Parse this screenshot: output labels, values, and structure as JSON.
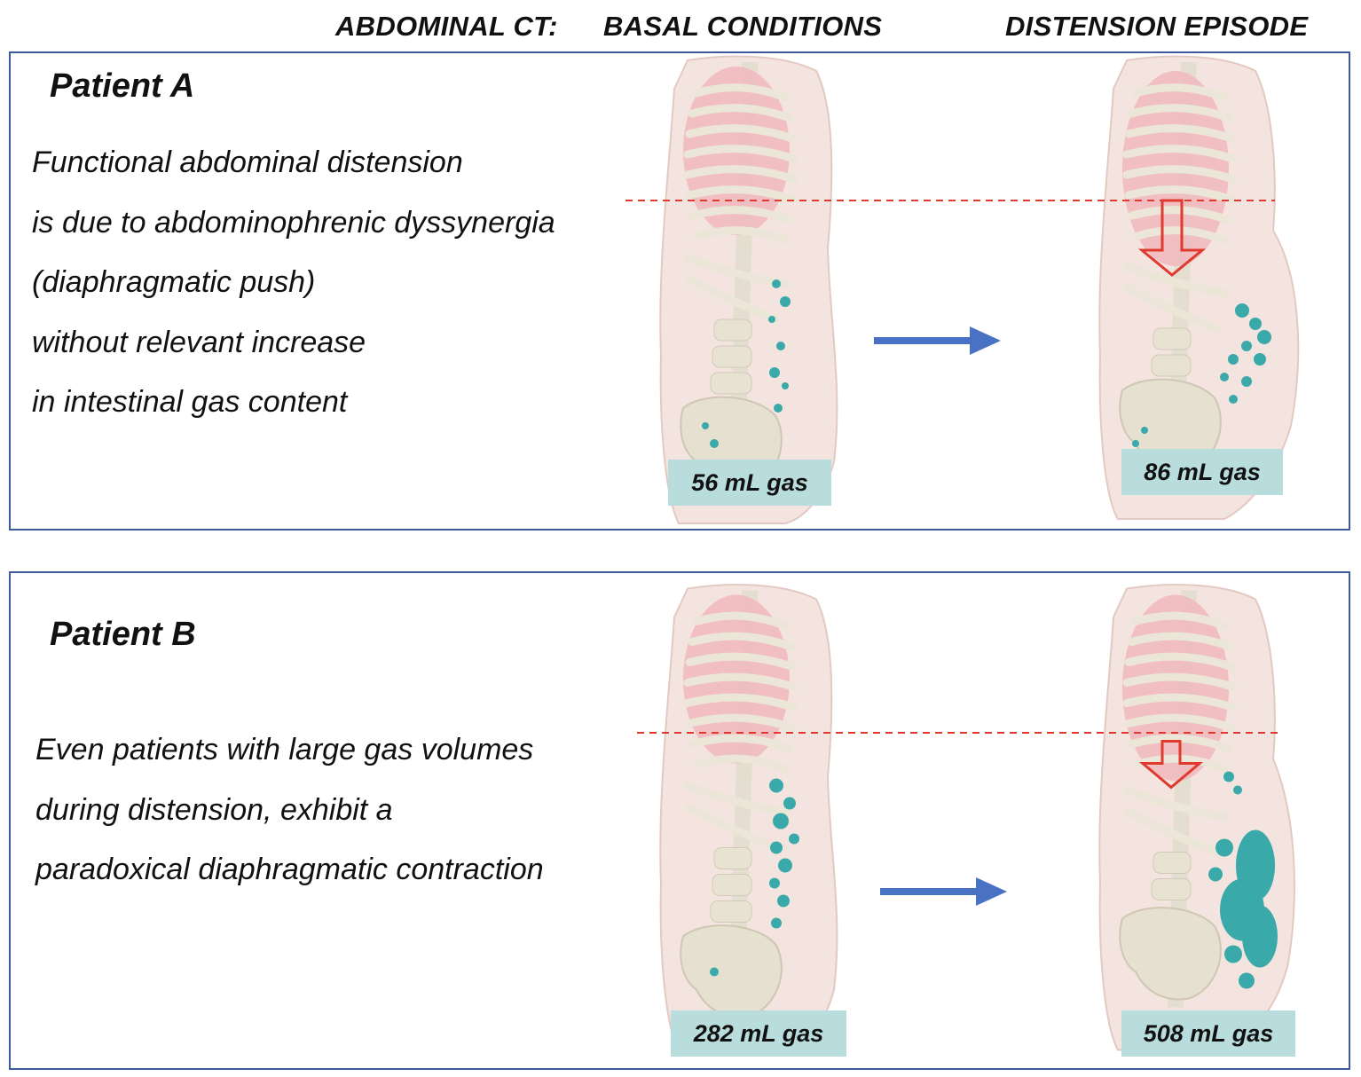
{
  "header": {
    "ct_label": "ABDOMINAL CT:",
    "basal_label": "BASAL CONDITIONS",
    "distension_label": "DISTENSION EPISODE"
  },
  "patients": [
    {
      "title": "Patient A",
      "description_lines": [
        "Functional abdominal distension",
        "is due to abdominophrenic dyssynergia",
        "(diaphragmatic push)",
        "without relevant increase",
        "in intestinal gas content"
      ],
      "basal_gas": "56 mL gas",
      "distension_gas": "86 mL gas"
    },
    {
      "title": "Patient B",
      "description_lines": [
        "Even patients with large gas volumes",
        "during distension, exhibit a",
        "paradoxical diaphragmatic contraction"
      ],
      "basal_gas": "282 mL gas",
      "distension_gas": "508 mL gas"
    }
  ],
  "colors": {
    "panel_border": "#3f5a9a",
    "transition_arrow": "#4a72c4",
    "diaphragm_line": "#e03a2e",
    "gas_label_bg": "#b9dcdc",
    "intestinal_gas": "#3aa9a9",
    "lung": "#f0b9bd",
    "bone": "#e9e4d6",
    "body_outline": "#f2dcd6"
  }
}
